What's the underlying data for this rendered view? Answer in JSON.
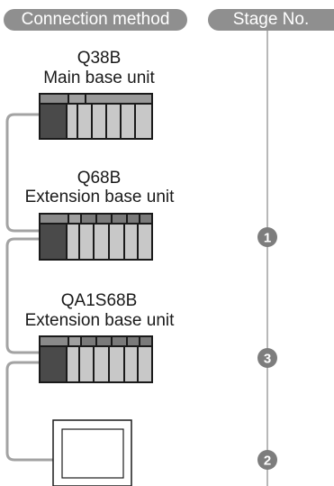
{
  "headers": {
    "connection_method": "Connection method",
    "stage_no": "Stage No."
  },
  "units": [
    {
      "model": "Q38B",
      "description": "Main base unit"
    },
    {
      "model": "Q68B",
      "description": "Extension base unit"
    },
    {
      "model": "QA1S68B",
      "description": "Extension base unit"
    }
  ],
  "stages": [
    "1",
    "3",
    "2"
  ],
  "colors": {
    "header_pill": "#8f8f8f",
    "cable": "#999999",
    "stage_circle": "#7d7d7d",
    "power_module": "#4a4a4a",
    "slot": "#c8c8c8",
    "base_frame": "#1a1a1a"
  }
}
